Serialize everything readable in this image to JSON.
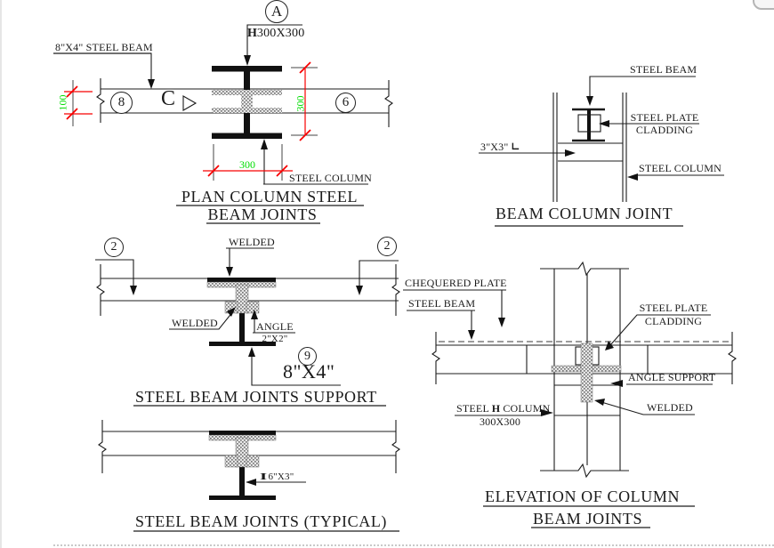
{
  "colors": {
    "line": "#1c1c1c",
    "dim_line": "#f80000",
    "dim_text": "#00dd00"
  },
  "plan": {
    "grid_a": "A",
    "grid_8": "8",
    "grid_6": "6",
    "beam_label": "8\"X4\" STEEL BEAM",
    "h_glyph": "H",
    "column_size": "300X300",
    "section_letter": "C",
    "dim_width": "100",
    "dim_depth": "300",
    "dim_flange": "300",
    "steel_column": "STEEL COLUMN",
    "title1": "PLAN COLUMN STEEL",
    "title2": "BEAM JOINTS"
  },
  "beam_column_joint": {
    "steel_beam": "STEEL BEAM",
    "plate1": "STEEL PLATE",
    "plate2": "CLADDING",
    "angle_size": "3\"X3\"",
    "angle_glyph": "∟",
    "steel_column": "STEEL COLUMN",
    "title": "BEAM COLUMN JOINT"
  },
  "support": {
    "grid_2_left": "2",
    "grid_2_right": "2",
    "grid_9": "9",
    "welded_top": "WELDED",
    "welded_left": "WELDED",
    "angle1": "ANGLE",
    "angle2": "2\"X2\"",
    "beam_size": "8\"X4\"",
    "chequered_plate": "CHEQUERED PLATE",
    "steel_beam": "STEEL BEAM",
    "title": "STEEL BEAM JOINTS SUPPORT"
  },
  "typical": {
    "i_glyph": "I",
    "beam_size": "6\"X3\"",
    "title": "STEEL BEAM JOINTS (TYPICAL)"
  },
  "elevation": {
    "plate1": "STEEL PLATE",
    "plate2": "CLADDING",
    "angle_support": "ANGLE SUPPORT",
    "welded": "WELDED",
    "column1": "STEEL",
    "h_glyph": "H",
    "column2": "COLUMN",
    "column_size": "300X300",
    "title1": "ELEVATION OF COLUMN",
    "title2": "BEAM JOINTS"
  }
}
